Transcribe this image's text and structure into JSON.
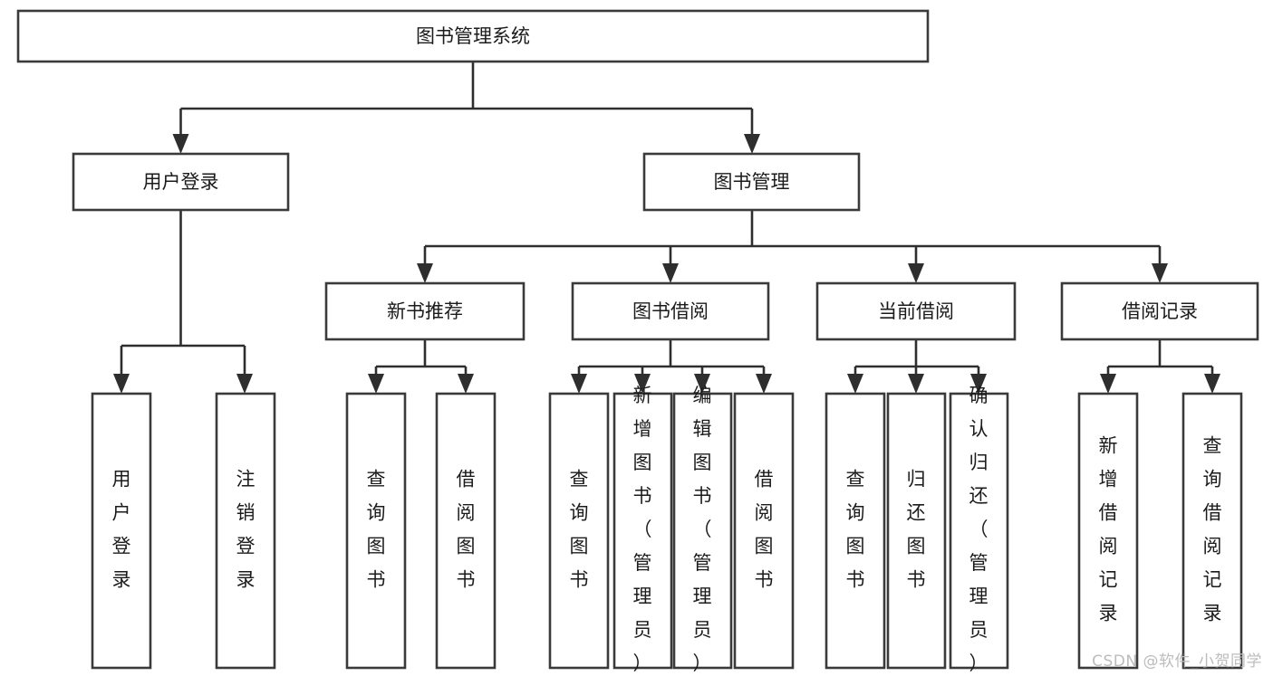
{
  "diagram": {
    "type": "tree",
    "title": "图书管理系统",
    "orientation": "top-down",
    "background_color": "#ffffff",
    "box_stroke_color": "#3a3a3a",
    "connector_color": "#2e2e2e",
    "text_color": "#1b1b1b"
  },
  "root": {
    "label": "图书管理系统"
  },
  "level2": {
    "user_login": {
      "label": "用户登录"
    },
    "book_manage": {
      "label": "图书管理"
    }
  },
  "level3": {
    "new_book_recommend": {
      "label": "新书推荐"
    },
    "book_borrow": {
      "label": "图书借阅"
    },
    "current_borrow": {
      "label": "当前借阅"
    },
    "borrow_record": {
      "label": "借阅记录"
    }
  },
  "leaves": {
    "user_login": [
      {
        "label": "用户登录"
      },
      {
        "label": "注销登录"
      }
    ],
    "new_book_recommend": [
      {
        "label": "查询图书"
      },
      {
        "label": "借阅图书"
      }
    ],
    "book_borrow": [
      {
        "label": "查询图书"
      },
      {
        "label": "新增图书（管理员）"
      },
      {
        "label": "编辑图书（管理员）"
      },
      {
        "label": "借阅图书"
      }
    ],
    "current_borrow": [
      {
        "label": "查询图书"
      },
      {
        "label": "归还图书"
      },
      {
        "label": "确认归还（管理员）"
      }
    ],
    "borrow_record": [
      {
        "label": "新增借阅记录"
      },
      {
        "label": "查询借阅记录"
      }
    ]
  },
  "watermark": {
    "text": "CSDN @软件_小贺同学",
    "color": "#bcbcbc"
  }
}
